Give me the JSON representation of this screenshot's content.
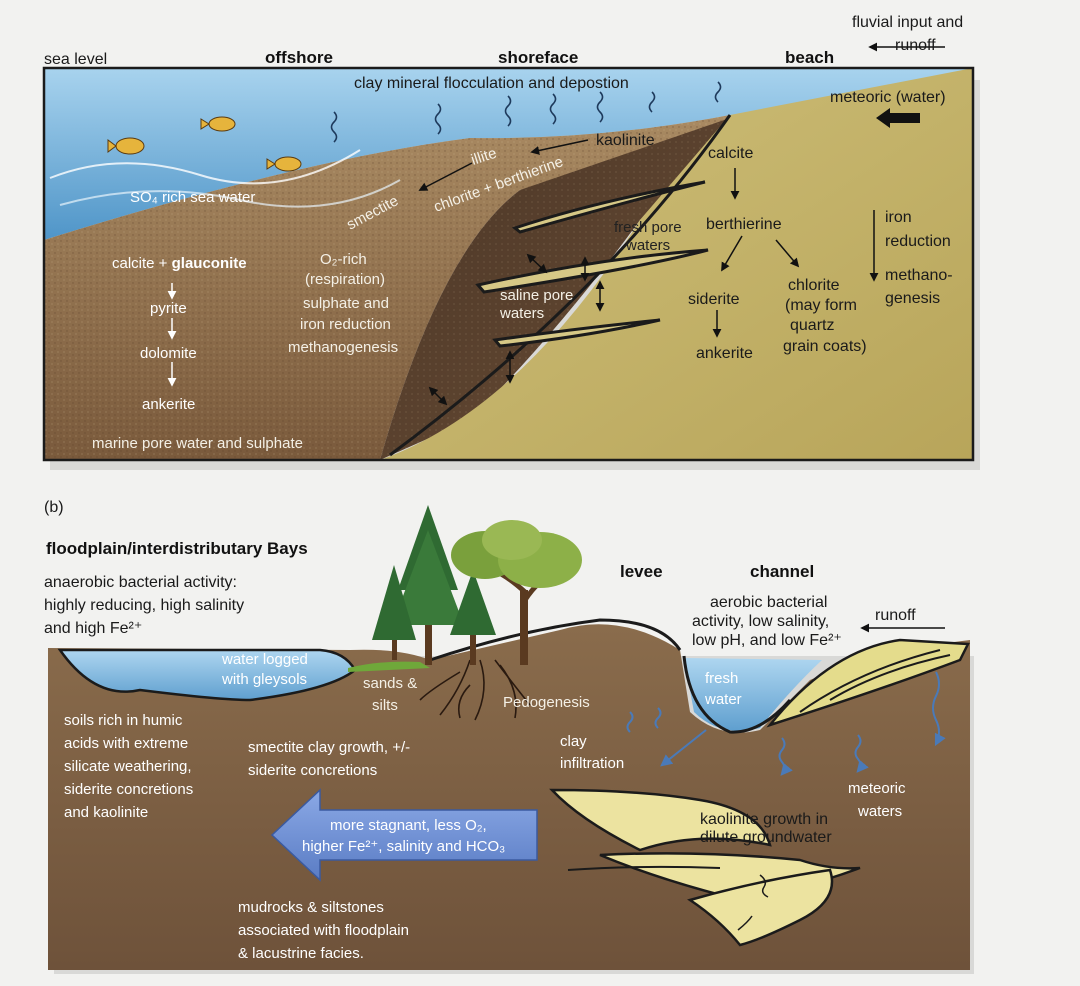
{
  "panel_a": {
    "sea_level": "sea level",
    "offshore": "offshore",
    "shoreface": "shoreface",
    "beach": "beach",
    "fluvial_line1": "fluvial input and",
    "fluvial_line2": "runoff",
    "flocculation": "clay mineral flocculation and depostion",
    "meteoric": "meteoric (water)",
    "kaolinite": "kaolinite",
    "illite": "illite",
    "chlorite_berthierine": "chlorite + berthierine",
    "smectite": "smectite",
    "so4_sea": "SO₄ rich sea water",
    "calcite_glauconite_1": "calcite + ",
    "calcite_glauconite_2": "glauconite",
    "pyrite": "pyrite",
    "dolomite": "dolomite",
    "ankerite_left": "ankerite",
    "marine_pore": "marine pore water and sulphate",
    "o2_rich": "O₂-rich",
    "respiration": "(respiration)",
    "sulphate_and": "sulphate and",
    "iron_reduction_mid": "iron reduction",
    "methanogenesis_mid": "methanogenesis",
    "fresh_pore_1": "fresh pore",
    "fresh_pore_2": "waters",
    "saline_pore_1": "saline pore",
    "saline_pore_2": "waters",
    "calcite": "calcite",
    "berthierine": "berthierine",
    "siderite": "siderite",
    "ankerite_right": "ankerite",
    "chlorite_1": "chlorite",
    "chlorite_2": "(may form",
    "chlorite_3": "quartz",
    "chlorite_4": "grain coats)",
    "iron_red_1": "iron",
    "iron_red_2": "reduction",
    "methano_1": "methano-",
    "methano_2": "genesis"
  },
  "panel_b": {
    "label": "(b)",
    "floodplain": "floodplain/interdistributary Bays",
    "anaerobic_1": "anaerobic bacterial activity:",
    "anaerobic_2": "highly reducing, high salinity",
    "anaerobic_3": "and high Fe²⁺",
    "levee": "levee",
    "channel": "channel",
    "aerobic_1": "aerobic bacterial",
    "aerobic_2": "activity, low salinity,",
    "aerobic_3": "low pH, and low Fe²⁺",
    "runoff": "runoff",
    "waterlogged_1": "water logged",
    "waterlogged_2": "with gleysols",
    "sands_1": "sands &",
    "sands_2": "silts",
    "pedogenesis": "Pedogenesis",
    "fresh_1": "fresh",
    "fresh_2": "water",
    "soils_1": "soils rich in humic",
    "soils_2": "acids with extreme",
    "soils_3": "silicate weathering,",
    "soils_4": "siderite concretions",
    "soils_5": "and kaolinite",
    "smectite_1": "smectite clay growth, +/-",
    "smectite_2": "siderite concretions",
    "clay_1": "clay",
    "clay_2": "infiltration",
    "meteoric_1": "meteoric",
    "meteoric_2": "waters",
    "stagnant_1": "more stagnant, less O₂,",
    "stagnant_2": "higher Fe²⁺, salinity and HCO₃",
    "kaol_growth_1": "kaolinite growth in",
    "kaol_growth_2": "dilute groundwater",
    "mudrocks_1": "mudrocks & siltstones",
    "mudrocks_2": "associated with floodplain",
    "mudrocks_3": "& lacustrine facies."
  },
  "colors": {
    "sea": "#8fc3e6",
    "sediment": "#8a6a4a",
    "sand": "#c9b768",
    "soil": "#7a5c40"
  }
}
